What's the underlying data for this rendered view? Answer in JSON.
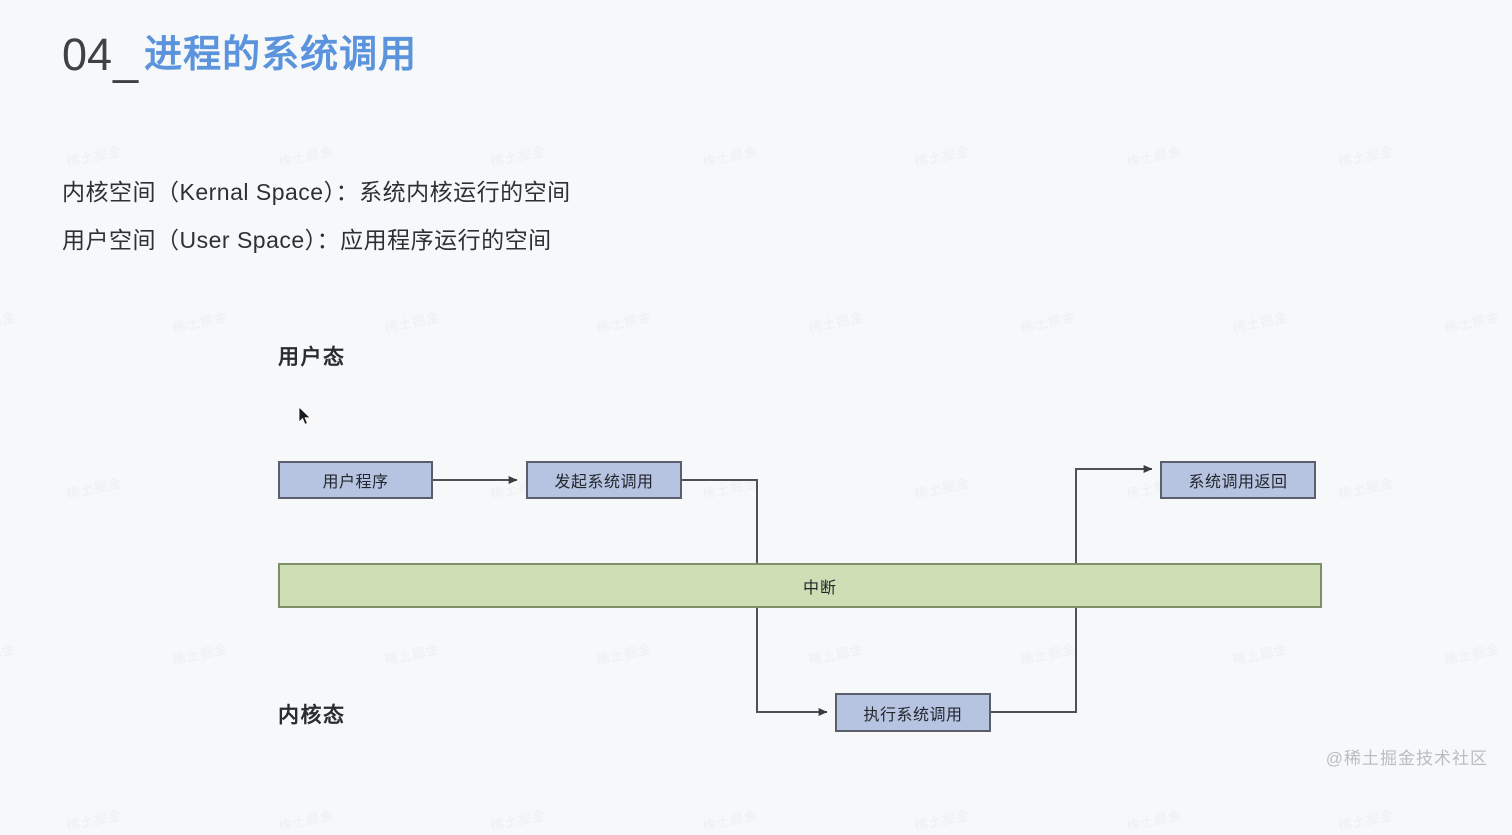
{
  "slide": {
    "title": {
      "number": "04",
      "underscore": "_",
      "heading": "进程的系统调用"
    },
    "definitions": [
      "内核空间（Kernal Space）：系统内核运行的空间",
      "用户空间（User Space）：应用程序运行的空间"
    ]
  },
  "diagram": {
    "user_mode_label": "用户态",
    "kernel_mode_label": "内核态",
    "interrupt_band_label": "中断",
    "nodes": {
      "user_program": "用户程序",
      "invoke_syscall": "发起系统调用",
      "syscall_return": "系统调用返回",
      "execute_syscall": "执行系统调用"
    },
    "colors": {
      "node_fill": "#b6c4e1",
      "node_border": "#5a5f6b",
      "band_fill": "#cfdfb5",
      "band_border": "#7f8f66",
      "connector": "#4e5258",
      "title_accent": "#5b94dd",
      "background": "#f7f8f9"
    }
  },
  "watermark": {
    "corner": "@稀土掘金技术社区",
    "tile": "稀土掘金"
  }
}
